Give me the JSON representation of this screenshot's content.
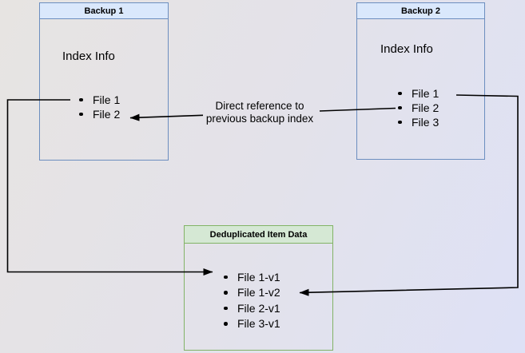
{
  "diagram": {
    "backup1": {
      "title": "Backup 1",
      "subtitle": "Index Info",
      "files": [
        "File 1",
        "File 2"
      ]
    },
    "backup2": {
      "title": "Backup 2",
      "subtitle": "Index Info",
      "files": [
        "File 1",
        "File 2",
        "File 3"
      ]
    },
    "dedup": {
      "title": "Deduplicated Item Data",
      "items": [
        "File 1-v1",
        "File 1-v2",
        "File 2-v1",
        "File 3-v1"
      ]
    },
    "edge_label": {
      "line1": "Direct reference to",
      "line2": "previous backup index"
    },
    "colors": {
      "blue_node_header_fill": "#dae8fc",
      "blue_node_border": "#6c8ebf",
      "green_node_header_fill": "#d5e8d4",
      "green_node_border": "#82b366",
      "edge_color": "#000000",
      "background_top_left": "#e7e4e2",
      "background_bottom_right": "#dee1f6"
    }
  }
}
